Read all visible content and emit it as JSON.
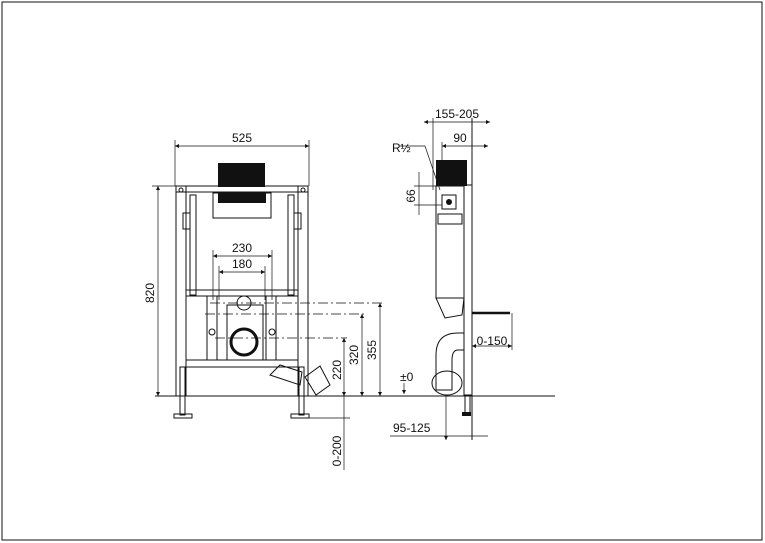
{
  "front_view": {
    "width_label": "525",
    "height_label": "820",
    "spacing_outer_label": "230",
    "spacing_inner_label": "180",
    "height_355_label": "355",
    "height_320_label": "320",
    "height_220_label": "220",
    "leg_adjust_label": "0-200"
  },
  "side_view": {
    "depth_label": "155-205",
    "cistern_depth_label": "90",
    "thread_label": "R½",
    "inlet_label": "66",
    "stud_label": "0-150",
    "floor_level_label": "±0",
    "outlet_label": "95-125"
  }
}
